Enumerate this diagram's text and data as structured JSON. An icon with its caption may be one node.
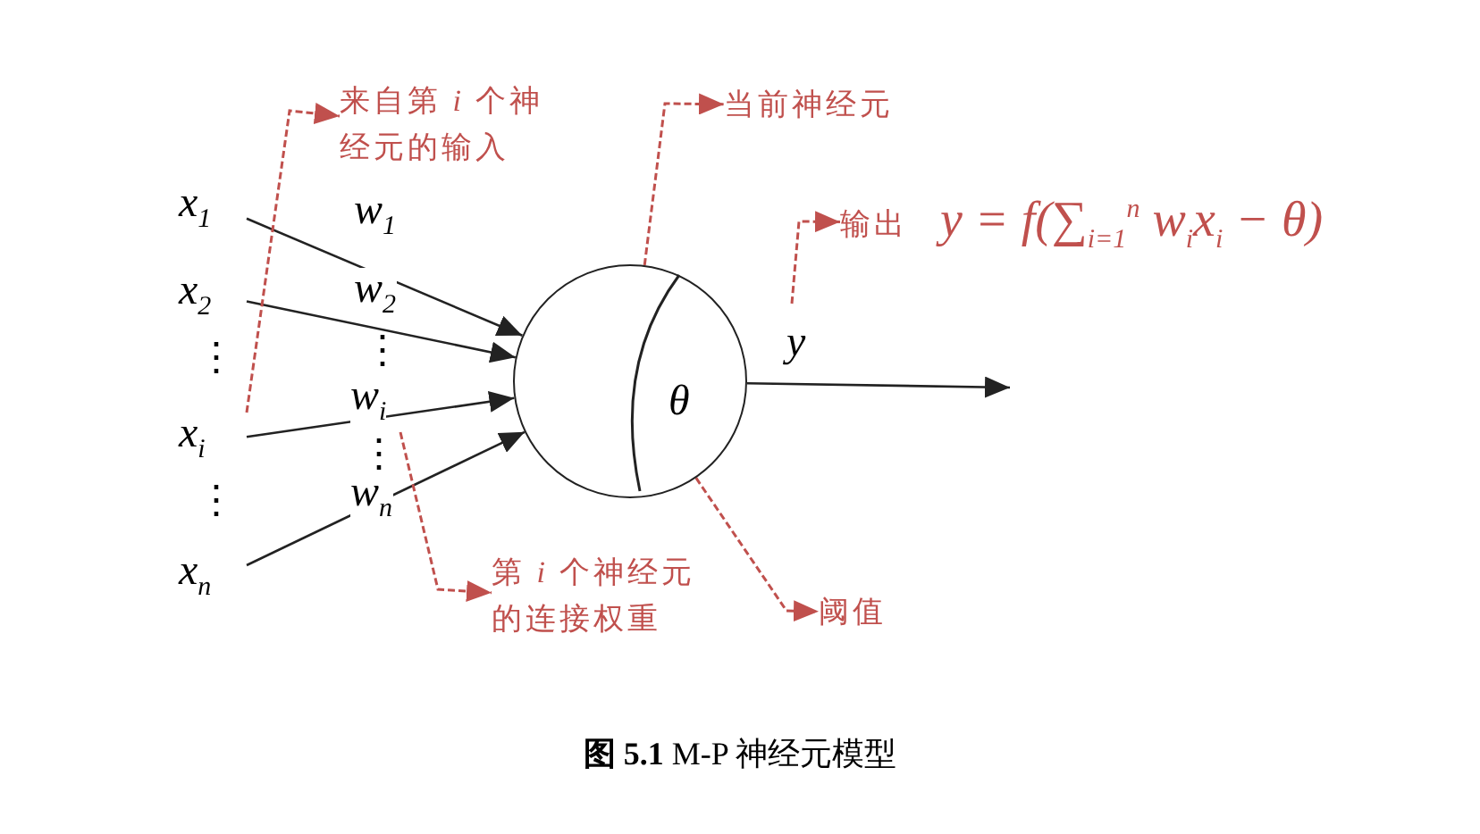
{
  "diagram": {
    "caption": "**图 5.1** M-P 神经元模型",
    "nodes": [
      {
        "text": [
          "x$_{1}$"
        ]
      },
      {
        "text": [
          "x$_{2}$"
        ]
      },
      {
        "text": [
          "x$_{i}$"
        ]
      },
      {
        "text": [
          "x$_{n}$"
        ]
      },
      {
        "text": [
          "θ"
        ]
      },
      {
        "text": [
          "来自第 *i* 个神经元的输入"
        ]
      },
      {
        "text": [
          "当前神经元"
        ]
      },
      {
        "text": [
          "输出",
          "y = f(∑$_{i=1}$$^{n}$ w$_{i}$x$_{i}$ − θ)"
        ]
      },
      {
        "text": [
          "第 *i* 个神经元的连接权重"
        ]
      },
      {
        "text": [
          "阈值"
        ]
      }
    ],
    "edges": [
      {
        "from": 0,
        "to": 4,
        "arrow": "to",
        "label": "w$_{1}$"
      },
      {
        "from": 1,
        "to": 4,
        "arrow": "to",
        "label": "w$_{2}$"
      },
      {
        "from": 2,
        "to": 4,
        "arrow": "to",
        "label": "w$_{i}$"
      },
      {
        "from": 3,
        "to": 4,
        "arrow": "to",
        "label": "w$_{n}$"
      },
      {
        "from": 4,
        "to": null,
        "arrow": "to",
        "label": "y"
      },
      {
        "from": 2,
        "to": 5,
        "arrow": "to",
        "style": "dashed",
        "color": "#c0504d"
      },
      {
        "from": 4,
        "to": 6,
        "arrow": "to",
        "style": "dashed",
        "color": "#c0504d"
      },
      {
        "from": null,
        "to": 7,
        "arrow": "to",
        "style": "dashed",
        "color": "#c0504d"
      },
      {
        "from": null,
        "to": 8,
        "arrow": "to",
        "style": "dashed",
        "color": "#c0504d"
      },
      {
        "from": 4,
        "to": 9,
        "arrow": "to",
        "style": "dashed",
        "color": "#c0504d"
      }
    ],
    "labels": [
      "⋮",
      "⋮",
      "⋮",
      "⋮"
    ]
  }
}
